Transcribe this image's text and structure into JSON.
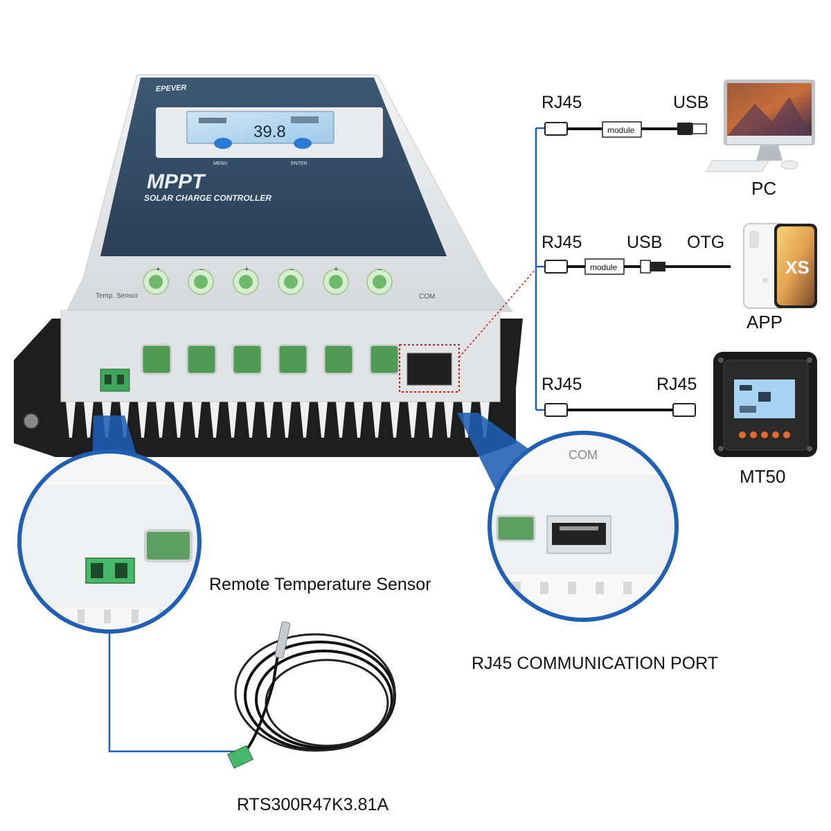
{
  "controller": {
    "logo": "EPEVER",
    "lcd_reading": "39.8",
    "button_left": "MENU",
    "button_right": "ENTER",
    "title": "MPPT",
    "subtitle": "SOLAR CHARGE CONTROLLER",
    "temp_sensor_label": "Temp. Sensor",
    "com_label": "COM"
  },
  "connections": [
    {
      "left_label": "RJ45",
      "middle_label": "",
      "right_label": "USB",
      "module_label": "module",
      "device": "PC"
    },
    {
      "left_label": "RJ45",
      "middle_label": "USB",
      "right_label": "OTG",
      "module_label": "module",
      "device": "APP"
    },
    {
      "left_label": "RJ45",
      "middle_label": "",
      "right_label": "RJ45",
      "module_label": "",
      "device": "MT50"
    }
  ],
  "zoom_left": {
    "caption": "Remote Temperature Sensor"
  },
  "zoom_right": {
    "com_label": "COM",
    "caption": "RJ45 COMMUNICATION PORT"
  },
  "sensor": {
    "model": "RTS300R47K3.81A"
  },
  "colors": {
    "panel": "#2f4760",
    "housing": "#e4e6e8",
    "heatsink": "#2a2a2a",
    "terminal_green": "#5fa35f",
    "accent_blue": "#1f5fb5",
    "button_blue": "#2b7ad6",
    "highlight_red": "#d22020"
  },
  "icons": [
    "lcd-display",
    "usb-plug",
    "rj45-plug",
    "module-box",
    "imac-computer",
    "smartphone",
    "mt50-meter",
    "sensor-cable",
    "terminal-block"
  ]
}
